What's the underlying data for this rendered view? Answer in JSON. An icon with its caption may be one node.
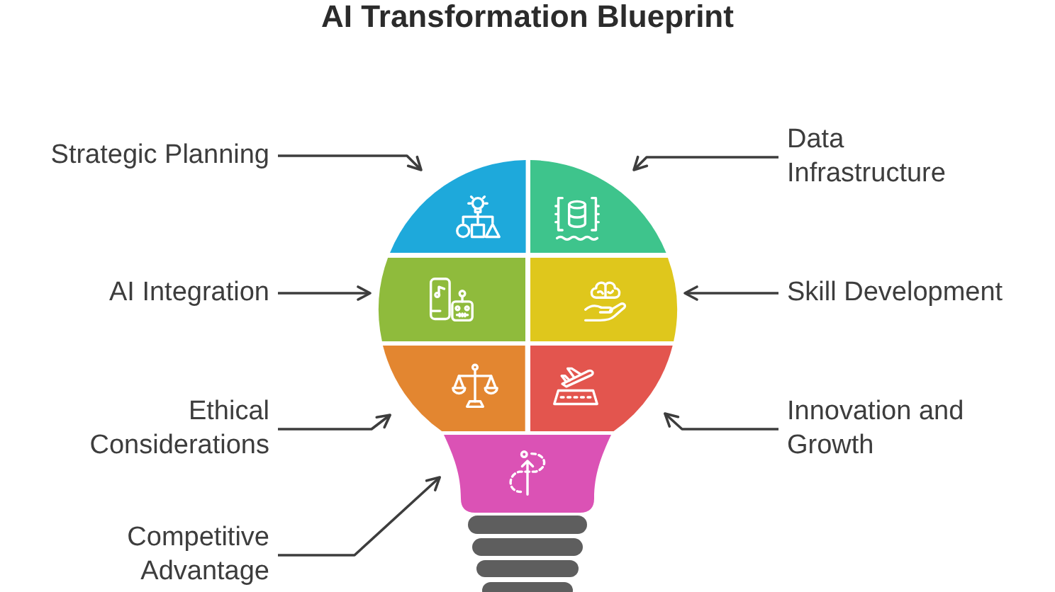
{
  "diagram": {
    "title": "AI Transformation Blueprint",
    "nodes": [
      {
        "text": [
          "Strategic Planning"
        ]
      },
      {
        "text": [
          "Data Infrastructure"
        ]
      },
      {
        "text": [],
        "shape": "segment"
      },
      {
        "text": [],
        "shape": "segment"
      },
      {
        "text": [
          "AI Integration"
        ]
      },
      {
        "text": [],
        "shape": "segment"
      },
      {
        "text": [],
        "shape": "segment"
      },
      {
        "text": [
          "Skill Development"
        ]
      },
      {
        "text": [
          "Ethical Considerations"
        ]
      },
      {
        "text": [],
        "shape": "segment"
      },
      {
        "text": [],
        "shape": "segment"
      },
      {
        "text": [
          "Innovation and Growth"
        ]
      },
      {
        "text": [],
        "shape": "segment"
      },
      {
        "text": [
          "Competitive Advantage"
        ]
      }
    ],
    "edges": [
      {
        "from": 0,
        "to": 2,
        "arrow": "to"
      },
      {
        "from": 1,
        "to": 3,
        "arrow": "to"
      },
      {
        "from": 4,
        "to": 5,
        "arrow": "to"
      },
      {
        "from": 7,
        "to": 6,
        "arrow": "to"
      },
      {
        "from": 8,
        "to": 9,
        "arrow": "to"
      },
      {
        "from": 11,
        "to": 10,
        "arrow": "to"
      },
      {
        "from": 13,
        "to": 12,
        "arrow": "to"
      }
    ]
  }
}
